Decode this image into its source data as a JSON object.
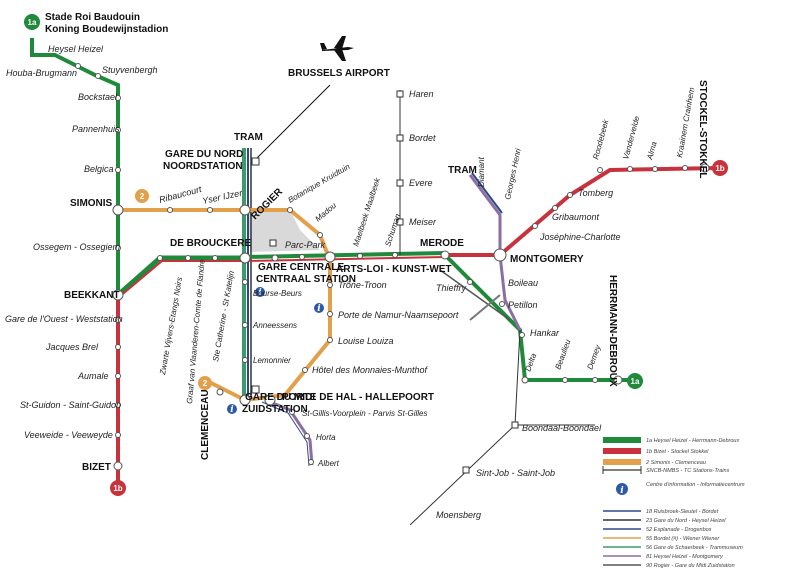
{
  "colors": {
    "line1a": "#1f8a3a",
    "line1b": "#c8323c",
    "line2": "#e2a04a",
    "premetro": "#8c6fa0",
    "tram_dark": "#333333",
    "tram_blue": "#2c4a8a",
    "tram_green": "#3d9a6a"
  },
  "badges": {
    "b1a": "1a",
    "b1b": "1b",
    "b2": "2",
    "info": "i"
  },
  "labels": {
    "stade_roi_1": "Stade Roi Baudouin",
    "stade_roi_2": "Koning Boudewijnstadion",
    "heysel": "Heysel Heizel",
    "houba": "Houba-Brugmann",
    "stuyvenbergh": "Stuyvenbergh",
    "bockstael": "Bockstael",
    "pannenhuis": "Pannenhuis",
    "belgica": "Belgica",
    "simonis": "SIMONIS",
    "ossegem": "Ossegem - Ossegiem",
    "beekkant": "BEEKKANT",
    "gare_ouest": "Gare de l'Ouest - Weststation",
    "jacques_brel": "Jacques Brel",
    "aumale": "Aumale",
    "st_guidon": "St-Guidon - Saint-Guidon",
    "veeweide": "Veeweide - Veeweyde",
    "bizet": "BIZET",
    "ribaucourt": "Ribaucourt",
    "yser": "Yser IJzer",
    "rogier": "ROGIER",
    "botanique": "Botanique Kruidtuin",
    "madou": "Madou",
    "gare_nord_1": "GARE DU NORD",
    "gare_nord_2": "NOORDSTATION",
    "tram_top": "TRAM",
    "airport": "BRUSSELS AIRPORT",
    "de_brouckere": "DE BROUCKERE",
    "parc": "Parc-Park",
    "maelbeek": "Maelbeek Maalbeek",
    "schuman": "Schuman",
    "merode": "MERODE",
    "montgomery": "MONTGOMERY",
    "gare_centrale_1": "GARE CENTRALE",
    "gare_centrale_2": "CENTRAAL STATION",
    "arts_loi": "ARTS-LOI - KUNST-WET",
    "trone": "Trône-Troon",
    "porte_namur": "Porte de Namur-Naamsepoort",
    "louise": "Louise Louiza",
    "hotel_monnaies": "Hôtel des Monnaies-Munthof",
    "porte_hal": "PORTE DE HAL - HALLEPOORT",
    "st_gilles": "St-Gillis-Voorplein - Parvis St-Gilles",
    "horta": "Horta",
    "albert": "Albert",
    "bourse": "Bourse-Beurs",
    "anneessens": "Anneessens",
    "lemonnier": "Lemonnier",
    "gare_midi_1": "GARE DU MIDI",
    "gare_midi_2": "ZUIDSTATION",
    "clemenceau": "CLEMENCEAU",
    "etangs_noirs": "Zwarte Vijvers-Etangs Noirs",
    "comte_flandre": "Graaf van Vlaanderen-Comte de Flandre",
    "ste_catherine": "Ste Catherine - St Katelijn",
    "haren": "Haren",
    "bordet": "Bordet",
    "evere": "Evere",
    "meiser": "Meiser",
    "diamant": "Diamant",
    "georges_henri": "Georges Henri",
    "tram_mid": "TRAM",
    "thieffry": "Thieffry",
    "boileau": "Boileau",
    "petillon": "Petillon",
    "hankar": "Hankar",
    "delta": "Delta",
    "beaulieu": "Beaulieu",
    "demey": "Demey",
    "herrmann_debroux": "HERRMANN-DEBROUX",
    "boondael": "Boondaal-Boondael",
    "st_job": "Sint-Job - Saint-Job",
    "moensberg": "Moensberg",
    "josephine": "Joséphine-Charlotte",
    "gribaumont": "Gribaumont",
    "tomberg": "Tomberg",
    "roodebeek": "Roodebeek",
    "vandervelde": "Vandervelde",
    "alma": "Alma",
    "kraainem": "Kraainem Crainhem",
    "stockel": "STOCKEL-STOKKEL"
  },
  "legend": [
    "1a Heysel Heizel - Herrmann-Debroux",
    "1b Bizet - Stockel Stokkel",
    "2 Simonis - Clemenceau",
    "SNCB-NMBS - TC Stations-Trains",
    "Centre d'information - Informatiecentrum",
    "18 Ruisbroek-Sleutel - Bordet",
    "23 Gare du Nord - Heysel Heizel",
    "52 Esplanade - Drogenbos",
    "55 Bordet (#) - Wiener Wiener",
    "56 Gare de Schaerbeek - Trammuseum",
    "81 Heysel Heizel - Montgomery",
    "90 Rogier - Gare du Midi Zuidstation"
  ]
}
